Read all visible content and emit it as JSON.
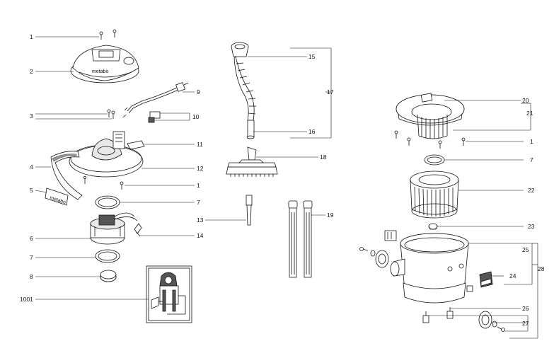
{
  "callouts": {
    "c1a": "1",
    "c2": "2",
    "c3": "3",
    "c4": "4",
    "c5": "5",
    "c6": "6",
    "c7a": "7",
    "c8": "8",
    "c1001": "1001",
    "c9": "9",
    "c10": "10",
    "c11": "11",
    "c12": "12",
    "c1b": "1",
    "c7b": "7",
    "c14": "14",
    "c13": "13",
    "c15": "15",
    "c16": "16",
    "c17": "17",
    "c18": "18",
    "c19": "19",
    "c20": "20",
    "c21": "21",
    "c1c": "1",
    "c7c": "7",
    "c22": "22",
    "c23": "23",
    "c25": "25",
    "c24": "24",
    "c28": "28",
    "c26": "26",
    "c27": "27"
  },
  "brand_plate_text": "metabo",
  "head_label_text": "metabo"
}
